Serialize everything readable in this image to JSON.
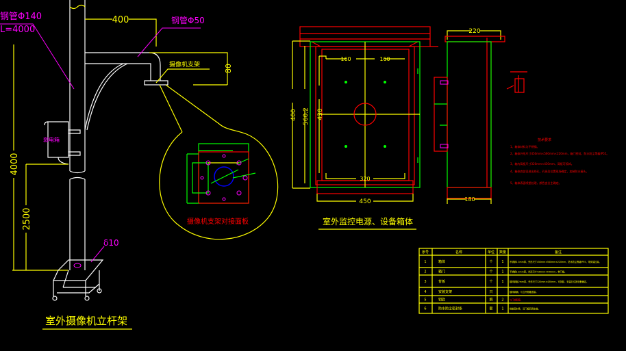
{
  "pole_drawing": {
    "pipe_main": "钢管Φ140",
    "pipe_length": "L=4000",
    "arm_length": "400",
    "pipe_arm": "钢管Φ50",
    "camera_bracket": "摄像机支架",
    "arm_drop": "80",
    "total_height": "4000",
    "box_height": "2500",
    "weak_box": "弱电箱",
    "base_plate": "δ10",
    "detail_title": "摄像机支架对接面板",
    "title": "室外摄像机立杆架"
  },
  "box_drawing": {
    "title": "室外监控电源、设备箱体",
    "dims": {
      "outer_height": "400",
      "mid_height": "560.2",
      "inner_height": "430",
      "hole_left": "160",
      "hole_right": "160",
      "hole_span": "320",
      "width": "450",
      "side_top": "220",
      "side_bottom": "180"
    }
  },
  "notes": {
    "heading": "技术要求",
    "items": [
      "1、箱体材料为不锈钢。",
      "2、箱体外形尺寸450mm×560mm×220mm，箱门密封，防水防尘等级IP55。",
      "3、箱内背板尺寸320mm×430mm，背板可拆卸。",
      "4、箱体底部设进出线孔，孔径及位置现场确定，加装防水接头。",
      "5、箱体表面喷塑处理，颜色由业主确定。"
    ]
  },
  "table": {
    "headers": [
      "序号",
      "名称",
      "单位",
      "数量",
      "备注"
    ],
    "rows": [
      [
        "1",
        "箱体",
        "个",
        "1",
        "不锈钢1.5mm厚，外形尺寸450mm×560mm×220mm，防水防尘等级IP55，带安装挂耳。"
      ],
      [
        "2",
        "箱门",
        "个",
        "1",
        "不锈钢1.5mm厚，外形尺寸430mm×540mm，带门锁。"
      ],
      [
        "3",
        "背板",
        "个",
        "1",
        "镀锌钢板2mm厚，外形尺寸320mm×430mm，可拆卸，安装孔位按设备确定。"
      ],
      [
        "4",
        "安装支架",
        "只",
        "",
        "镀锌扁钢，与立杆抱箍连接。"
      ],
      [
        "5",
        "钥匙",
        "把",
        "2",
        "与门锁配套。"
      ],
      [
        "6",
        "防水防尘密封条",
        "套",
        "1",
        "橡胶密封条，沿门框四周安装。"
      ]
    ]
  }
}
